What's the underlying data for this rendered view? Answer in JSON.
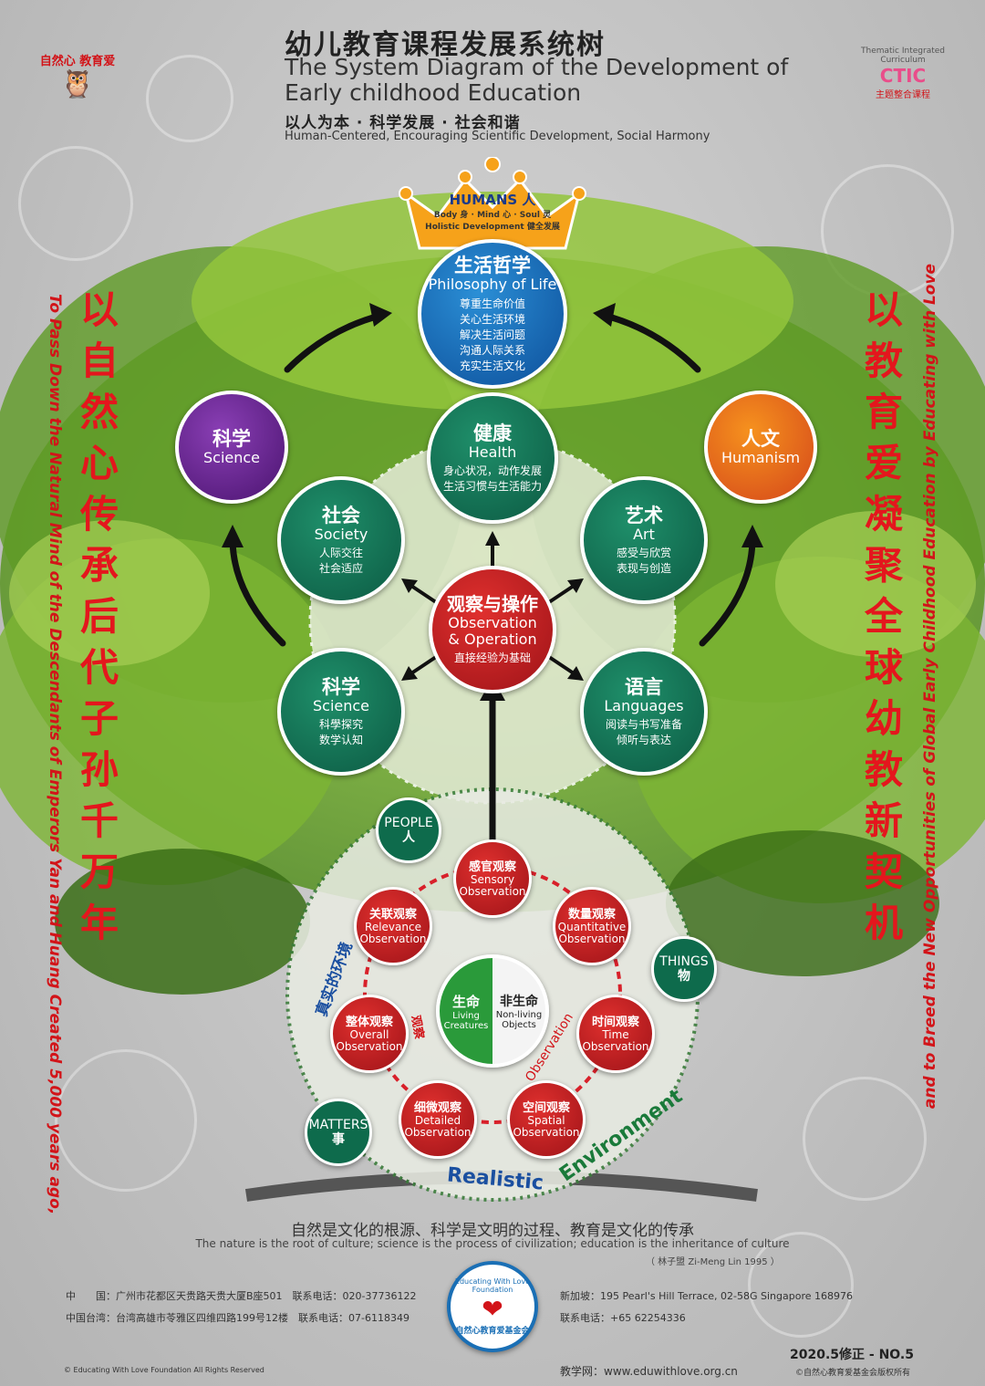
{
  "header": {
    "title_cn": "幼儿教育课程发展系统树",
    "title_en": "The System Diagram of the Development of Early childhood Education",
    "motto_cn": "以人为本 · 科学发展 · 社会和谐",
    "motto_en": "Human-Centered, Encouraging Scientific Development, Social Harmony"
  },
  "logo_left": {
    "text": "自然心 教育爱"
  },
  "logo_right": {
    "text": "CTIC",
    "sub": "Thematic Integrated Curriculum",
    "sub2": "主题整合课程"
  },
  "left_vertical": {
    "cn": [
      "以",
      "自",
      "然",
      "心",
      "传",
      "承",
      "后",
      "代",
      "子",
      "孙",
      "千",
      "万",
      "年"
    ],
    "en": "To Pass Down the Natural Mind of the Descendants of Emperors Yan and Huang Created 5,000 years ago,"
  },
  "right_vertical": {
    "cn": [
      "以",
      "教",
      "育",
      "爱",
      "凝",
      "聚",
      "全",
      "球",
      "幼",
      "教",
      "新",
      "契",
      "机"
    ],
    "en": "and to Breed the New Opportunities of Global Early Childhood Education by Educating with Love"
  },
  "crown": {
    "title": "HUMANS 人",
    "line1": "Body 身 · Mind 心 · Soul 灵",
    "line2": "Holistic Development 健全发展"
  },
  "philosophy": {
    "cn": "生活哲学",
    "en": "Philosophy of Life",
    "items": [
      "尊重生命价值",
      "关心生活环境",
      "解决生活问题",
      "沟通人际关系",
      "充实生活文化"
    ]
  },
  "science_top": {
    "cn": "科学",
    "en": "Science"
  },
  "humanism": {
    "cn": "人文",
    "en": "Humanism"
  },
  "health": {
    "cn": "健康",
    "en": "Health",
    "l1": "身心状况，动作发展",
    "l2": "生活习惯与生活能力"
  },
  "society": {
    "cn": "社会",
    "en": "Society",
    "l1": "人际交往",
    "l2": "社会适应"
  },
  "art": {
    "cn": "艺术",
    "en": "Art",
    "l1": "感受与欣赏",
    "l2": "表现与创造"
  },
  "observe": {
    "cn": "观察与操作",
    "en1": "Observation",
    "en2": "& Operation",
    "sub": "直接经验为基础"
  },
  "science2": {
    "cn": "科学",
    "en": "Science",
    "l1": "科學探究",
    "l2": "数学认知"
  },
  "language": {
    "cn": "语言",
    "en": "Languages",
    "l1": "阅读与书写准备",
    "l2": "倾听与表达"
  },
  "tags": {
    "people": {
      "en": "PEOPLE",
      "cn": "人"
    },
    "things": {
      "en": "THINGS",
      "cn": "物"
    },
    "matters": {
      "en": "MATTERS",
      "cn": "事"
    }
  },
  "observations": [
    {
      "cn": "感官观察",
      "en1": "Sensory",
      "en2": "Observation"
    },
    {
      "cn": "数量观察",
      "en1": "Quantitative",
      "en2": "Observation"
    },
    {
      "cn": "时间观察",
      "en1": "Time",
      "en2": "Observation"
    },
    {
      "cn": "空间观察",
      "en1": "Spatial",
      "en2": "Observation"
    },
    {
      "cn": "细微观察",
      "en1": "Detailed",
      "en2": "Observation"
    },
    {
      "cn": "整体观察",
      "en1": "Overall",
      "en2": "Observation"
    },
    {
      "cn": "关联观察",
      "en1": "Relevance",
      "en2": "Observation"
    }
  ],
  "center": {
    "living_cn": "生命",
    "living_en1": "Living",
    "living_en2": "Creatures",
    "nonliving_cn": "非生命",
    "nonliving_en1": "Non-living",
    "nonliving_en2": "Objects"
  },
  "ring_labels": {
    "env_cn": "真实的环境",
    "obs_cn": "观察",
    "obs_en": "Observation",
    "realistic": "Realistic",
    "environment": "Environment"
  },
  "quote": {
    "cn": "自然是文化的根源、科学是文明的过程、教育是文化的传承",
    "en": "The nature is the root of culture; science is the process of civilization; education is the inheritance of culture",
    "author": "（ 林子盟  Zi-Meng Lin 1995 ）"
  },
  "footer": {
    "china": "中　　国：广州市花都区天贵路天贵大厦B座501　联系电话：020-37736122",
    "taiwan": "中国台湾：台湾高雄市苓雅区四维四路199号12楼　联系电话：07-6118349",
    "singapore": "新加坡：195 Pearl's Hill Terrace, 02-58G Singapore 168976",
    "sg_phone": "联系电话：+65 62254336",
    "foundation_en": "Educating With Love Foundation",
    "foundation_cn": "自然心教育爱基金会",
    "version": "2020.5修正 - NO.5",
    "copyright_left": "© Educating With Love Foundation All Rights Reserved",
    "website": "教学网：www.eduwithlove.org.cn",
    "copyright_right": "©自然心教育爱基金会版权所有"
  }
}
